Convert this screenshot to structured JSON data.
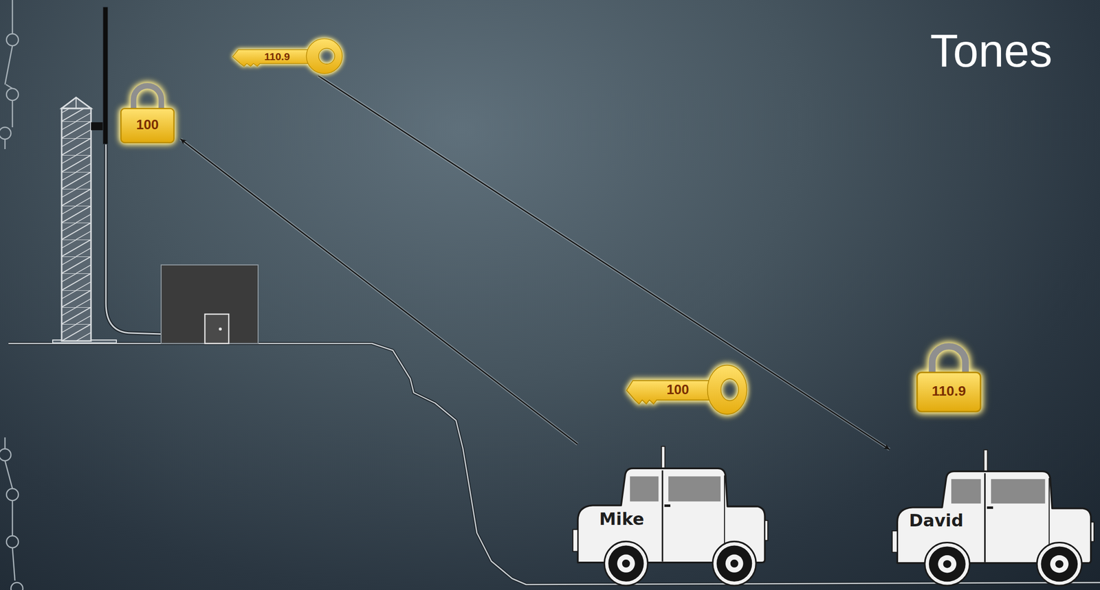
{
  "diagram": {
    "title": "Tones",
    "nodes": [
      {
        "text": [
          "100"
        ]
      },
      {
        "text": [
          "110.9"
        ]
      },
      {
        "text": [
          "100"
        ]
      },
      {
        "text": [
          "110.9"
        ]
      },
      {
        "text": [
          "Mike"
        ]
      },
      {
        "text": [
          "David"
        ]
      }
    ],
    "edges": [
      {
        "from": 4,
        "to": 0,
        "arrow": "to"
      },
      {
        "from": 1,
        "to": 5,
        "arrow": "to"
      }
    ]
  }
}
